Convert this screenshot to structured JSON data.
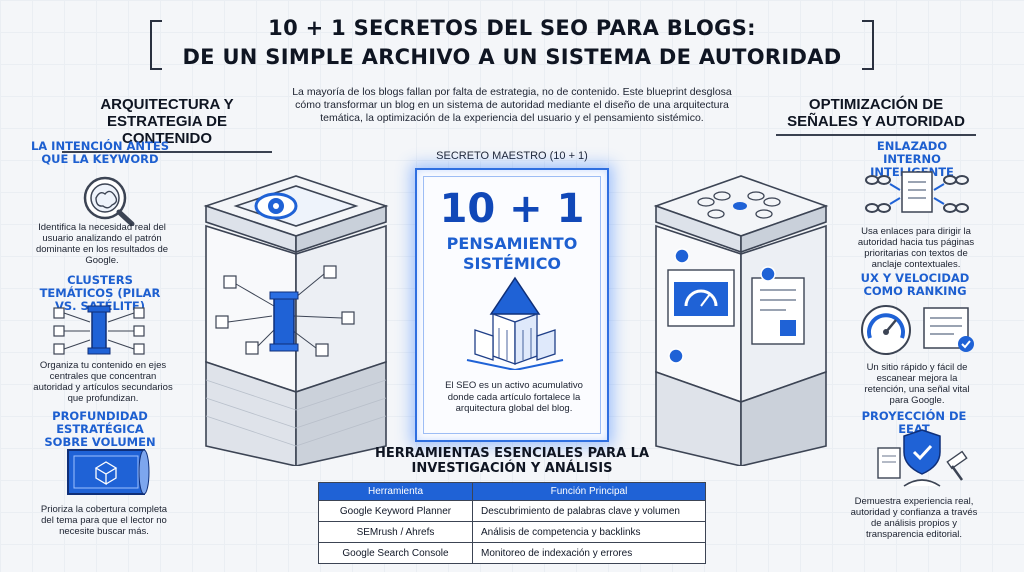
{
  "title": {
    "line1": "10 + 1 SECRETOS DEL SEO PARA BLOGS:",
    "line2": "DE UN SIMPLE ARCHIVO A UN SISTEMA DE AUTORIDAD"
  },
  "intro": "La mayoría de los blogs fallan por falta de estrategia, no de contenido. Este blueprint desglosa cómo transformar un blog en un sistema de autoridad mediante el diseño de una arquitectura temática, la optimización de la experiencia del usuario y el pensamiento sistémico.",
  "left": {
    "heading": "ARQUITECTURA Y ESTRATEGIA DE CONTENIDO",
    "items": [
      {
        "title": "LA INTENCIÓN ANTES QUE LA KEYWORD",
        "text": "Identifica la necesidad real del usuario analizando el patrón dominante en los resultados de Google.",
        "icon": "brain-magnifier-icon"
      },
      {
        "title": "CLUSTERS TEMÁTICOS (PILAR VS. SATÉLITE)",
        "text": "Organiza tu contenido en ejes centrales que concentran autoridad y artículos secundarios que profundizan.",
        "icon": "pillar-cluster-icon"
      },
      {
        "title": "PROFUNDIDAD ESTRATÉGICA SOBRE VOLUMEN",
        "text": "Prioriza la cobertura completa del tema para que el lector no necesite buscar más.",
        "icon": "blueprint-icon"
      }
    ]
  },
  "right": {
    "heading": "OPTIMIZACIÓN DE SEÑALES Y AUTORIDAD",
    "items": [
      {
        "title": "ENLAZADO INTERNO INTELIGENTE",
        "text": "Usa enlaces para dirigir la autoridad hacia tus páginas prioritarias con textos de anclaje contextuales.",
        "icon": "link-document-icon"
      },
      {
        "title": "UX Y VELOCIDAD COMO RANKING",
        "text": "Un sitio rápido y fácil de escanear mejora la retención, una señal vital para Google.",
        "icon": "speedometer-icon"
      },
      {
        "title": "PROYECCIÓN DE EEAT",
        "text": "Demuestra experiencia real, autoridad y confianza a través de análisis propios y transparencia editorial.",
        "icon": "shield-check-icon"
      }
    ]
  },
  "secret": {
    "label": "SECRETO MAESTRO (10 + 1)",
    "number": "10 + 1",
    "title": "PENSAMIENTO SISTÉMICO",
    "text": "El SEO es un activo acumulativo donde cada artículo fortalece la arquitectura global del blog."
  },
  "tools": {
    "heading": "HERRAMIENTAS ESENCIALES PARA LA INVESTIGACIÓN Y ANÁLISIS",
    "columns": [
      "Herramienta",
      "Función Principal"
    ],
    "rows": [
      [
        "Google Keyword Planner",
        "Descubrimiento de palabras clave y volumen"
      ],
      [
        "SEMrush / Ahrefs",
        "Análisis de competencia y backlinks"
      ],
      [
        "Google Search Console",
        "Monitoreo de indexación y errores"
      ]
    ]
  },
  "colors": {
    "accent": "#1d5fd0",
    "dark": "#141a26",
    "background": "#f4f6f9"
  }
}
